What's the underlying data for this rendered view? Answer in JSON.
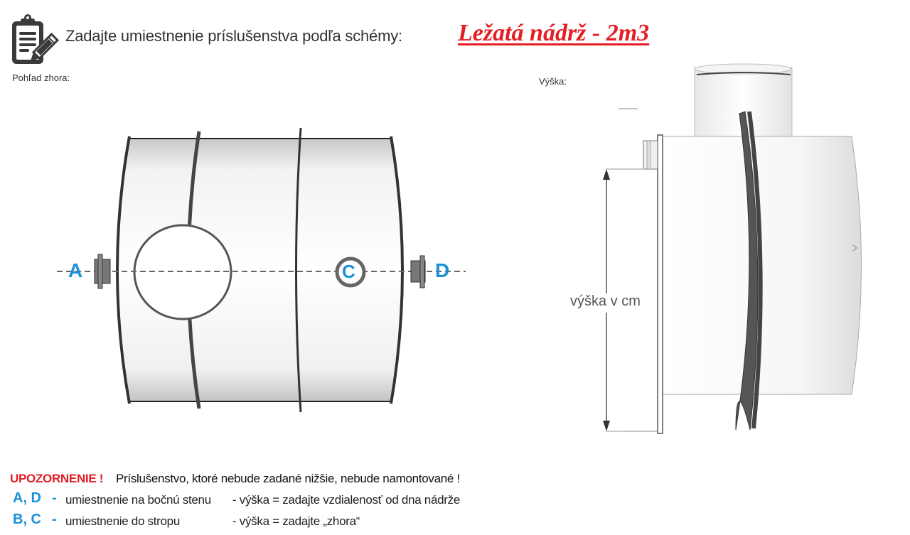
{
  "header": {
    "icon": "clipboard-edit-icon",
    "title": "Zadajte umiestnenie príslušenstva podľa schémy:",
    "tank_type": "Ležatá nádrž - 2m3"
  },
  "top_view": {
    "label": "Pohľad zhora:",
    "markers": {
      "a": "A",
      "c": "C",
      "d": "D"
    }
  },
  "side_view": {
    "label": "Výška:",
    "dimension_label": "výška v cm"
  },
  "notice": {
    "warning_label": "UPOZORNENIE !",
    "warning_text": "Príslušenstvo, ktoré nebude zadané nižšie, nebude namontované !",
    "rows": [
      {
        "codes": "A, D",
        "dash": "-",
        "placement": "umiestnenie na bočnú stenu",
        "height_rule": "- výška = zadajte vzdialenosť od dna nádrže"
      },
      {
        "codes": "B, C",
        "dash": "-",
        "placement": "umiestnenie do stropu",
        "height_rule": "- výška = zadajte „zhora“"
      }
    ]
  },
  "colors": {
    "accent_red": "#e31e24",
    "marker_blue": "#1b8fd8",
    "tank_outline": "#333333",
    "flange_gray": "#555555"
  }
}
